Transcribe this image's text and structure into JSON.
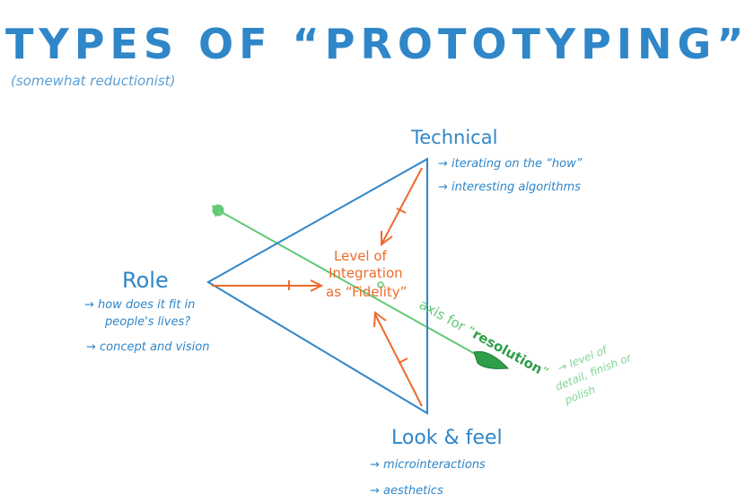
{
  "title": "TYPES OF “PROTOTYPING”",
  "subtitle": "(somewhat reductionist)",
  "colors": {
    "blue": "#2f86c8",
    "orange": "#ee6a2a",
    "green": "#62c975",
    "dark_green": "#2e9e4a",
    "label_green": "#5fca78"
  },
  "vertices": {
    "technical": {
      "label": "Technical",
      "notes": [
        "→ iterating on the “how”",
        "→ interesting algorithms"
      ]
    },
    "role": {
      "label": "Role",
      "notes": [
        "→ how does it fit in",
        "people's lives?",
        "→ concept and vision"
      ]
    },
    "look_feel": {
      "label": "Look & feel",
      "notes": [
        "→ microinteractions",
        "→ aesthetics"
      ]
    }
  },
  "center": {
    "lines": [
      "Level of",
      "Integration",
      "as “Fidelity”"
    ]
  },
  "axis": {
    "label_prefix": "axis for “",
    "label_word": "resolution",
    "label_suffix": "”",
    "note_lines": [
      "→ level of",
      "detail, finish or",
      "polish"
    ]
  }
}
